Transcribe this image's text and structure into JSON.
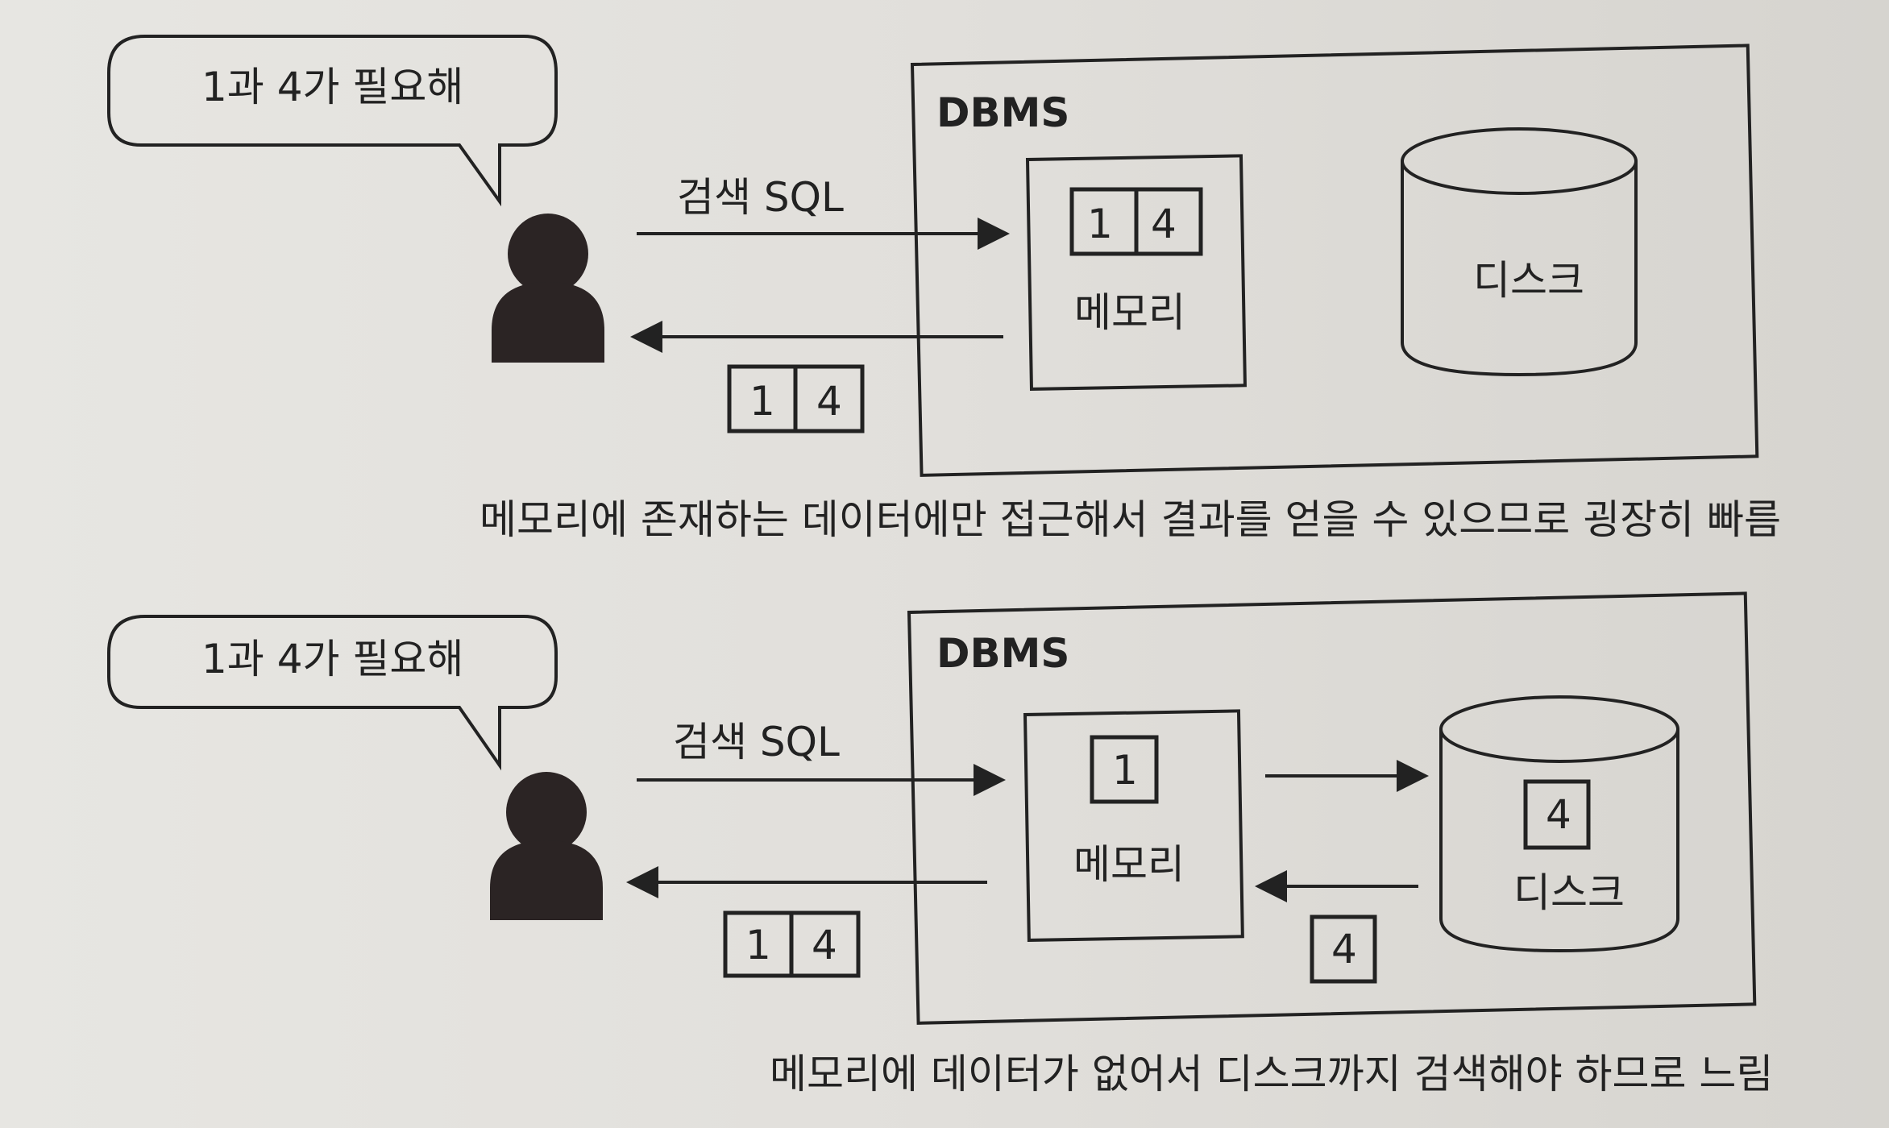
{
  "panels": [
    {
      "speech": "1과 4가 필요해",
      "query": "검색 SQL",
      "dbms": "DBMS",
      "memory": "메모리",
      "disk": "디스크",
      "memory_values": [
        "1",
        "4"
      ],
      "result_values": [
        "1",
        "4"
      ],
      "caption": "메모리에 존재하는 데이터에만 접근해서 결과를 얻을 수 있으므로 굉장히 빠름"
    },
    {
      "speech": "1과 4가 필요해",
      "query": "검색 SQL",
      "dbms": "DBMS",
      "memory": "메모리",
      "disk": "디스크",
      "memory_values": [
        "1"
      ],
      "disk_values": [
        "4"
      ],
      "transfer_values": [
        "4"
      ],
      "result_values": [
        "1",
        "4"
      ],
      "caption": "메모리에 데이터가 없어서 디스크까지 검색해야 하므로 느림"
    }
  ]
}
